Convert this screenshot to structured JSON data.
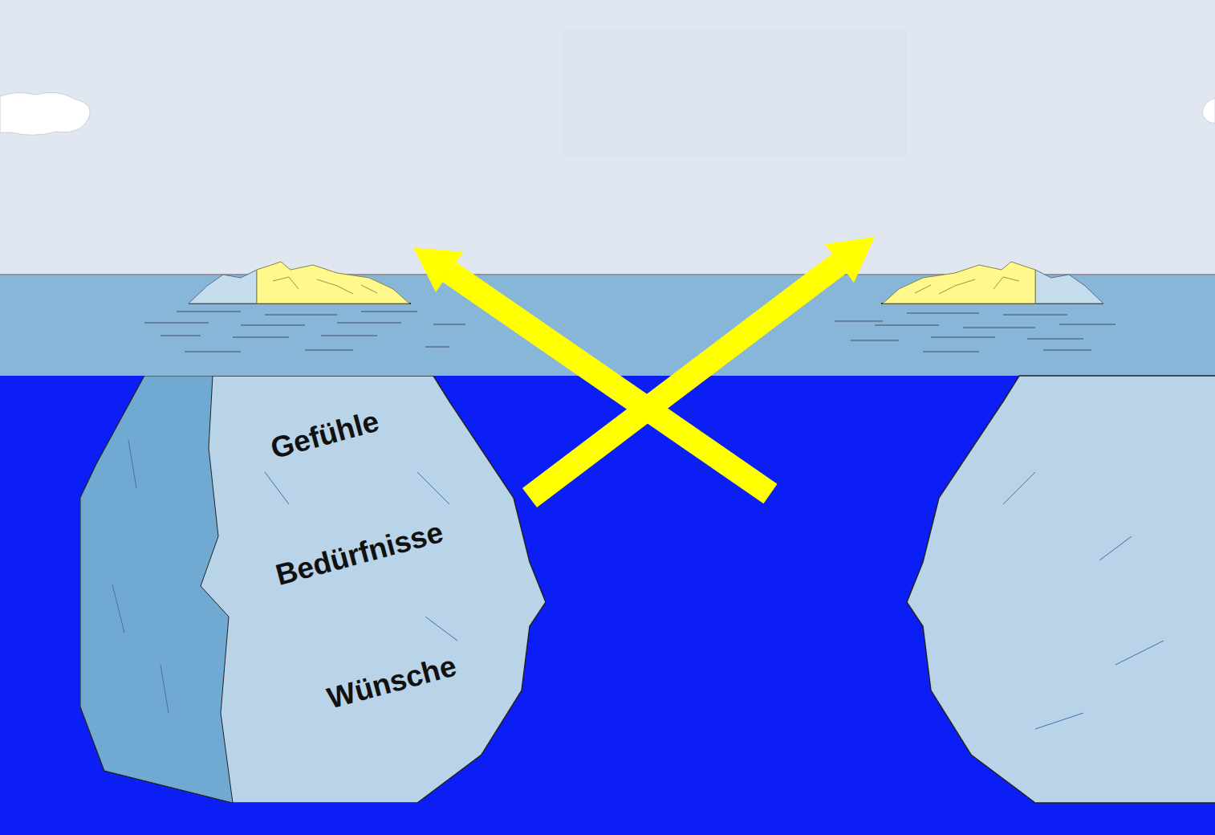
{
  "diagram": {
    "nodes": [
      {
        "text": [
          "Gefühle",
          "Bedürfnisse",
          "Wünsche"
        ]
      }
    ]
  }
}
